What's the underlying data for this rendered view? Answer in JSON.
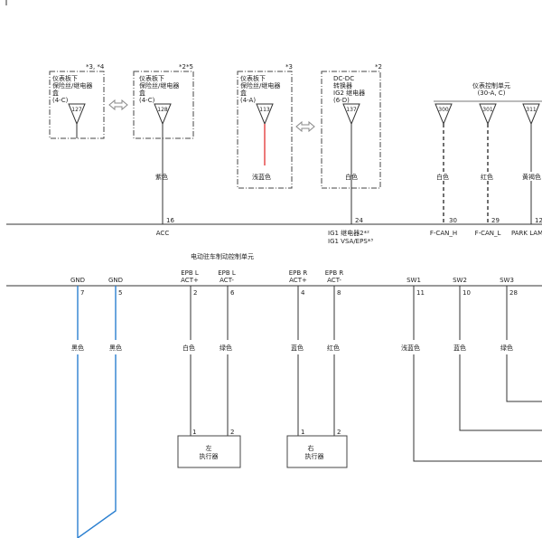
{
  "top_boxes": [
    {
      "line1": "仪表板下",
      "line2": "保险丝/继电器",
      "line3": "盒",
      "line4": "(4-C)",
      "pin": "127",
      "note": "*3, *4"
    },
    {
      "line1": "仪表板下",
      "line2": "保险丝/继电器",
      "line3": "盒",
      "line4": "(4-C)",
      "pin": "128",
      "note": "*2*5"
    },
    {
      "line1": "仪表板下",
      "line2": "保险丝/继电器",
      "line3": "盒",
      "line4": "(4-A)",
      "pin": "113",
      "note": "*3"
    },
    {
      "line1": "DC-DC",
      "line2": "转换器",
      "line3": "IG2 继电器",
      "line4": "(6-D)",
      "pin": "137",
      "note": "*2"
    }
  ],
  "meter_unit": {
    "title": "仪表控制单元",
    "sub": "(30-A, C)",
    "pins": [
      "300",
      "301",
      "311"
    ]
  },
  "wire_colors_top": {
    "purple": "紫色",
    "light_blue": "浅蓝色",
    "white": "白色",
    "white2": "白色",
    "red": "红色",
    "yellow_brown": "黄褐色"
  },
  "top_pins": {
    "acc_pin": "16",
    "ig1_pin": "24",
    "fcanh_pin": "30",
    "fcanl_pin": "29",
    "park_pin": "12"
  },
  "top_signals": {
    "acc": "ACC",
    "ig1_a": "IG1 继电器2*²",
    "ig1_b": "IG1 VSA/EPS*³",
    "fcanh": "F-CAN_H",
    "fcanl": "F-CAN_L",
    "park": "PARK LAM"
  },
  "epb_unit": "电动驻车制动控制单元",
  "bottom_signals": [
    {
      "label": "GND",
      "pin": "7",
      "color": "黑色"
    },
    {
      "label": "GND",
      "pin": "5",
      "color": "黑色"
    },
    {
      "label1": "EPB L",
      "label2": "ACT+",
      "pin": "2",
      "color": "白色"
    },
    {
      "label1": "EPB L",
      "label2": "ACT-",
      "pin": "6",
      "color": "绿色"
    },
    {
      "label1": "EPB R",
      "label2": "ACT+",
      "pin": "4",
      "color": "蓝色"
    },
    {
      "label1": "EPB R",
      "label2": "ACT-",
      "pin": "8",
      "color": "红色"
    },
    {
      "label": "SW1",
      "pin": "11",
      "color": "浅蓝色"
    },
    {
      "label": "SW2",
      "pin": "10",
      "color": "蓝色"
    },
    {
      "label": "SW3",
      "pin": "28",
      "color": "绿色"
    }
  ],
  "actuators": [
    {
      "name1": "左",
      "name2": "执行器",
      "pin1": "1",
      "pin2": "2"
    },
    {
      "name1": "右",
      "name2": "执行器",
      "pin1": "1",
      "pin2": "2"
    }
  ]
}
